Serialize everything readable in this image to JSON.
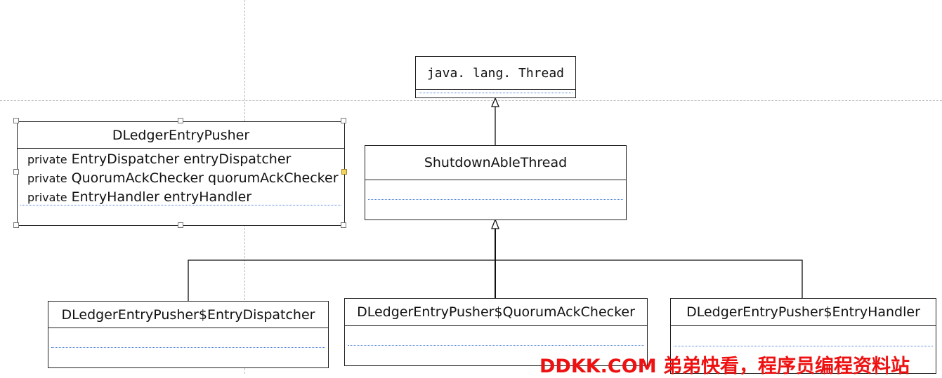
{
  "classes": {
    "thread": {
      "name": "java. lang. Thread"
    },
    "shutdownable": {
      "name": "ShutdownAbleThread"
    },
    "pusher": {
      "name": "DLedgerEntryPusher",
      "attributes": [
        {
          "modifier": "private",
          "decl": "EntryDispatcher entryDispatcher"
        },
        {
          "modifier": "private",
          "decl": "QuorumAckChecker quorumAckChecker"
        },
        {
          "modifier": "private",
          "decl": "EntryHandler entryHandler"
        }
      ]
    },
    "dispatcher": {
      "name": "DLedgerEntryPusher$EntryDispatcher"
    },
    "quorum": {
      "name": "DLedgerEntryPusher$QuorumAckChecker"
    },
    "handler": {
      "name": "DLedgerEntryPusher$EntryHandler"
    }
  },
  "watermark": "DDKK.COM 弟弟快看，程序员编程资料站",
  "colors": {
    "watermark": "#ee1111",
    "dotted_separator": "#4a7fd6",
    "guide": "#b8b8b8"
  }
}
